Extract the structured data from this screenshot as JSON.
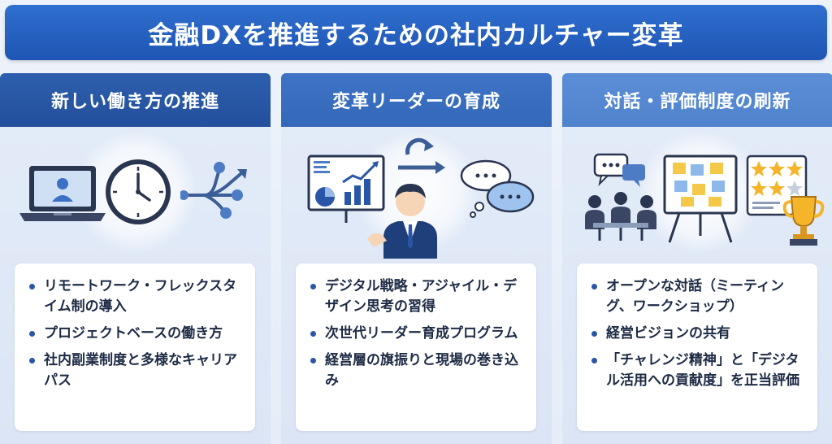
{
  "title": "金融DXを推進するための社内カルチャー変革",
  "columns": [
    {
      "heading": "新しい働き方の推進",
      "icons": [
        "laptop-user-icon",
        "clock-icon",
        "branch-arrows-icon"
      ],
      "points": [
        "リモートワーク・フレックスタイム制の導入",
        "プロジェクトベースの働き方",
        "社内副業制度と多様なキャリアパス"
      ]
    },
    {
      "heading": "変革リーダーの育成",
      "icons": [
        "chart-board-icon",
        "cycle-arrows-icon",
        "leader-person-icon",
        "thought-bubble-icon"
      ],
      "points": [
        "デジタル戦略・アジャイル・デザイン思考の習得",
        "次世代リーダー育成プログラム",
        "経営層の旗振りと現場の巻き込み"
      ]
    },
    {
      "heading": "対話・評価制度の刷新",
      "icons": [
        "chat-bubbles-icon",
        "meeting-people-icon",
        "sticky-note-board-icon",
        "star-rating-icon",
        "trophy-icon"
      ],
      "points": [
        "オープンな対話（ミーティング、ワークショップ）",
        "経営ビジョンの共有",
        "「チャレンジ精神」と「デジタル活用への貢献度」を正当評価"
      ]
    }
  ],
  "colors": {
    "title_bg": "#2563c4",
    "head1": "#2d5fae",
    "head2": "#3e73c6",
    "head3": "#5b8ed6",
    "bullet": "#2a56a8",
    "text": "#1d2b45"
  }
}
